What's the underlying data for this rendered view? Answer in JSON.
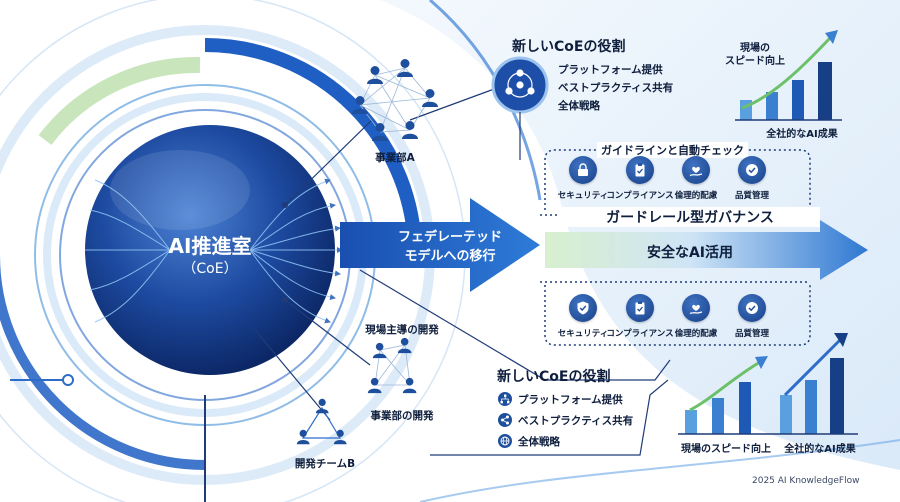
{
  "hub": {
    "title": "AI推進室",
    "subtitle": "（CoE）"
  },
  "transition_arrow": {
    "line1": "フェデレーテッド",
    "line2": "モデルへの移行"
  },
  "role_top": {
    "title": "新しいCoEの役割",
    "items": [
      "プラットフォーム提供",
      "ベストプラクティス共有",
      "全体戦略"
    ]
  },
  "role_bottom": {
    "title": "新しいCoEの役割",
    "items": [
      {
        "label": "プラットフォーム提供",
        "icon": "hierarchy-icon"
      },
      {
        "label": "ベストプラクティス共有",
        "icon": "share-icon"
      },
      {
        "label": "全体戦略",
        "icon": "globe-icon"
      }
    ]
  },
  "nodes": {
    "division_a": "事業部A",
    "field_led": "現場主導の開発",
    "division_dev": "事業部の開発",
    "dev_team_b": "開発チームB"
  },
  "guardrail": {
    "check_title": "ガイドラインと自動チェック",
    "governance": "ガードレール型ガバナンス",
    "safe_use": "安全なAI活用",
    "icons_top": [
      {
        "label": "セキュリティ",
        "icon": "lock-icon"
      },
      {
        "label": "コンプライアンス",
        "icon": "clipboard-check-icon"
      },
      {
        "label": "倫理的配慮",
        "icon": "hand-heart-icon"
      },
      {
        "label": "品質管理",
        "icon": "check-badge-icon"
      }
    ],
    "icons_bottom": [
      {
        "label": "セキュリティ",
        "icon": "shield-check-icon"
      },
      {
        "label": "コンプライアンス",
        "icon": "clipboard-check-icon"
      },
      {
        "label": "倫理的配慮",
        "icon": "hand-heart-icon"
      },
      {
        "label": "品質管理",
        "icon": "check-badge-icon"
      }
    ]
  },
  "charts": {
    "top_speed": "現場の\nスピード向上",
    "top_result": "全社的なAI成果",
    "bottom_speed": "現場のスピード向上",
    "bottom_result": "全社的なAI成果"
  },
  "footer": "2025 AI KnowledgeFlow",
  "colors": {
    "navy": "#173f86",
    "blue": "#2f6fd0",
    "light": "#cfe3f7",
    "green": "#cfe9c4"
  }
}
